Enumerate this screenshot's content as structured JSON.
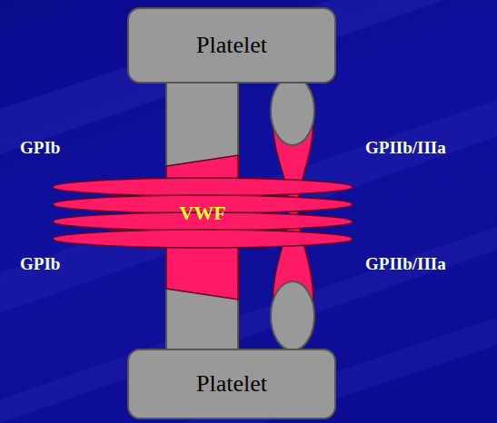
{
  "diagram": {
    "nodes": [
      {
        "text": [
          "Platelet"
        ]
      },
      {
        "text": [
          "VWF"
        ]
      },
      {
        "text": [
          "Platelet"
        ]
      }
    ],
    "labels": [
      "GPIb",
      "GPIIb/IIIa",
      "GPIb",
      "GPIIb/IIIa"
    ]
  }
}
